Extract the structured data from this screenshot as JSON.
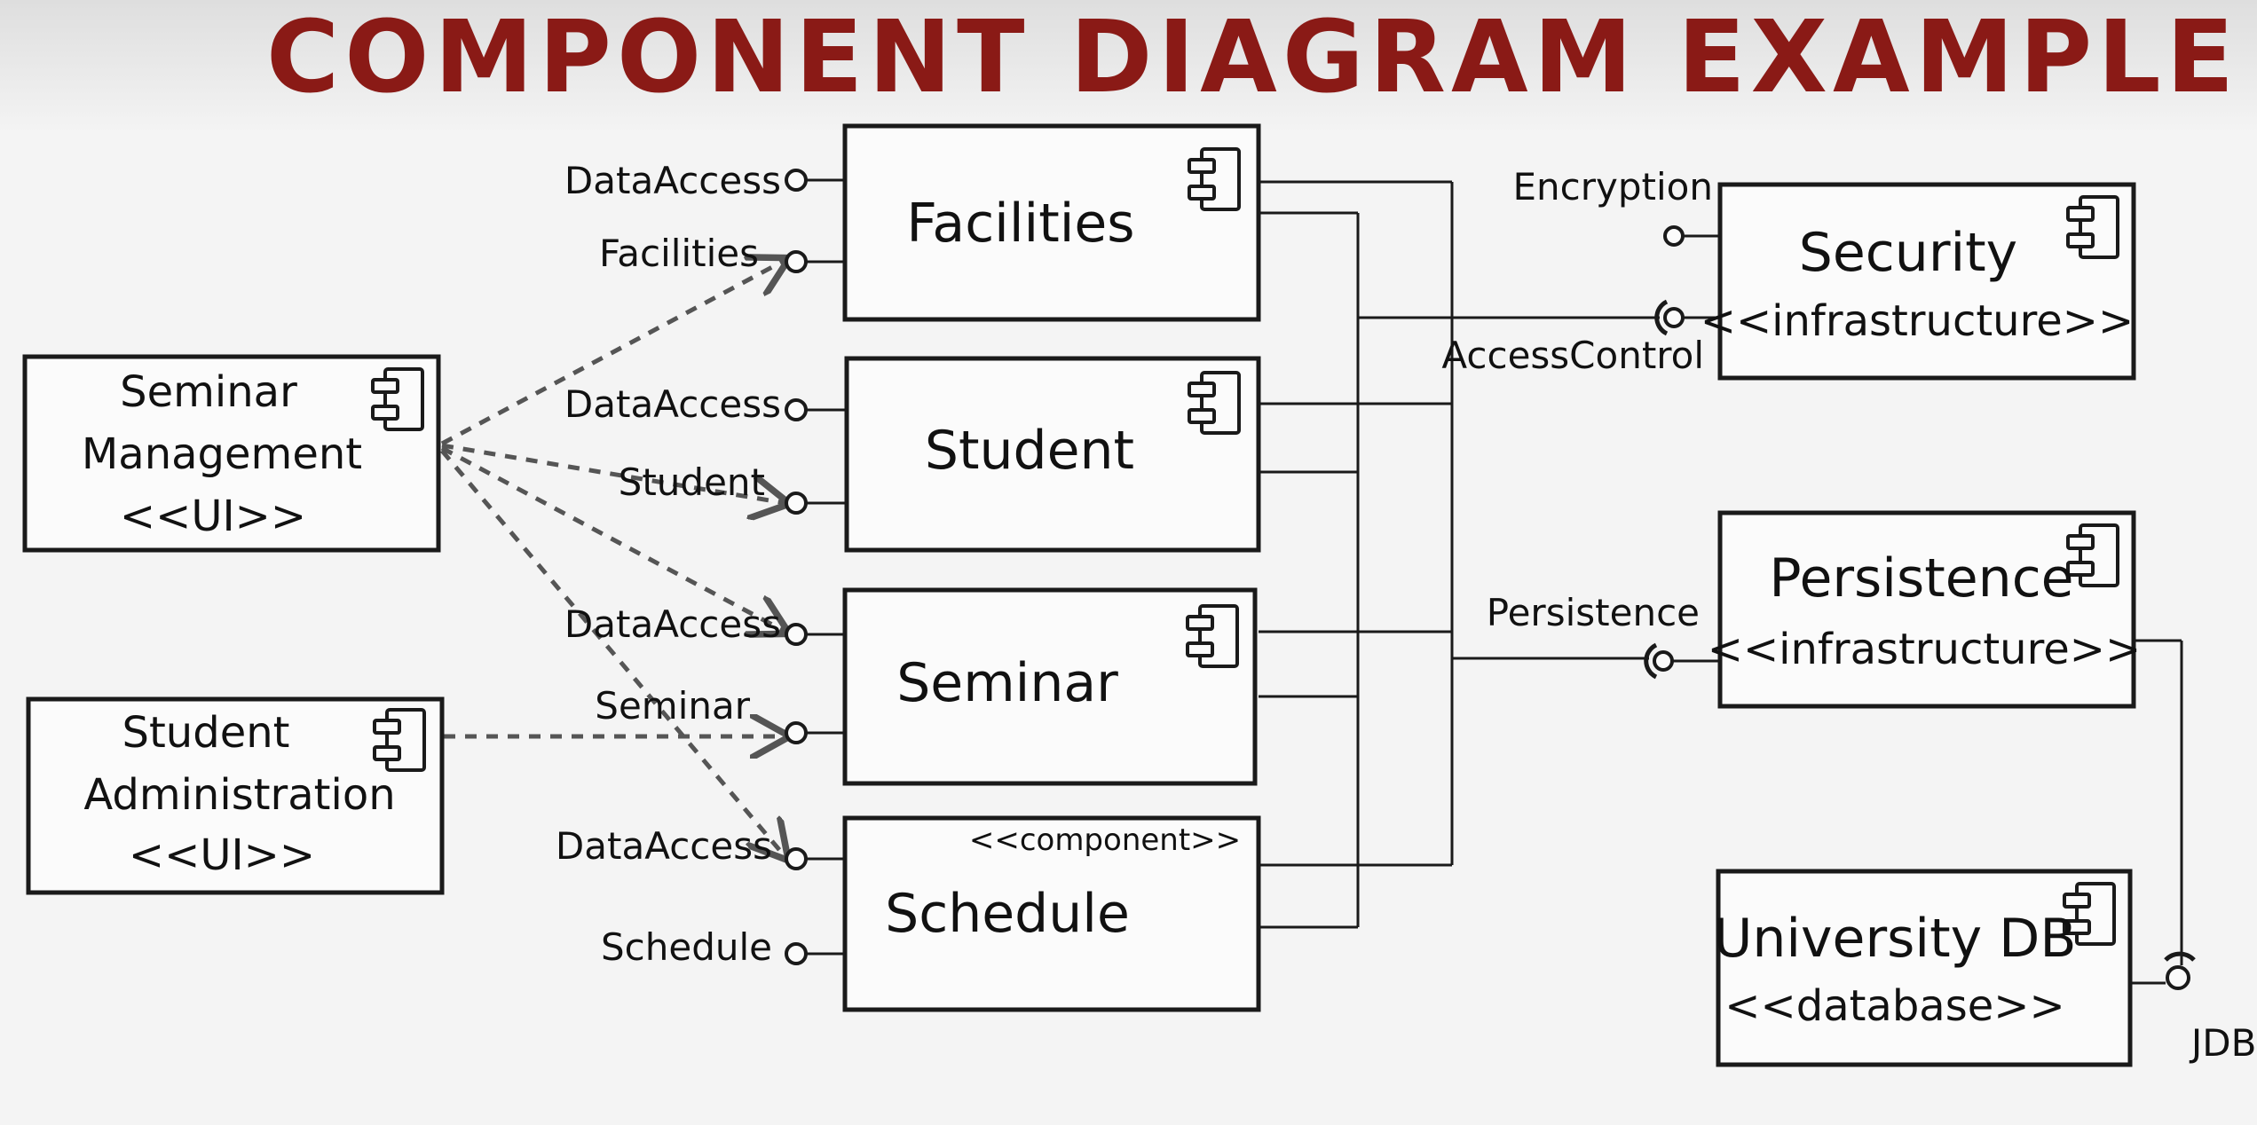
{
  "title": "COMPONENT DIAGRAM EXAMPLE",
  "colors": {
    "title": "#8a1a16",
    "ink": "#1a1a1a",
    "dependency": "#555555"
  },
  "components": {
    "facilities": {
      "name": "Facilities"
    },
    "student": {
      "name": "Student"
    },
    "seminar": {
      "name": "Seminar"
    },
    "schedule": {
      "name": "Schedule",
      "stereotype": "<<component>>"
    },
    "seminar_management": {
      "line1": "Seminar",
      "line2": "Management",
      "stereotype": "<<UI>>"
    },
    "student_administration": {
      "line1": "Student",
      "line2": "Administration",
      "stereotype": "<<UI>>"
    },
    "security": {
      "name": "Security",
      "stereotype": "<<infrastructure>>"
    },
    "persistence": {
      "name": "Persistence",
      "stereotype": "<<infrastructure>>"
    },
    "university_db": {
      "name": "University DB",
      "stereotype": "<<database>>"
    }
  },
  "interfaces": {
    "facilities_dataaccess": "DataAccess",
    "facilities": "Facilities",
    "student_dataaccess": "DataAccess",
    "student": "Student",
    "seminar_dataaccess": "DataAccess",
    "seminar": "Seminar",
    "schedule_dataaccess": "DataAccess",
    "schedule": "Schedule",
    "encryption": "Encryption",
    "access_control": "AccessControl",
    "persistence": "Persistence",
    "jdbc": "JDBC"
  },
  "icons": {
    "component": "component-icon"
  }
}
